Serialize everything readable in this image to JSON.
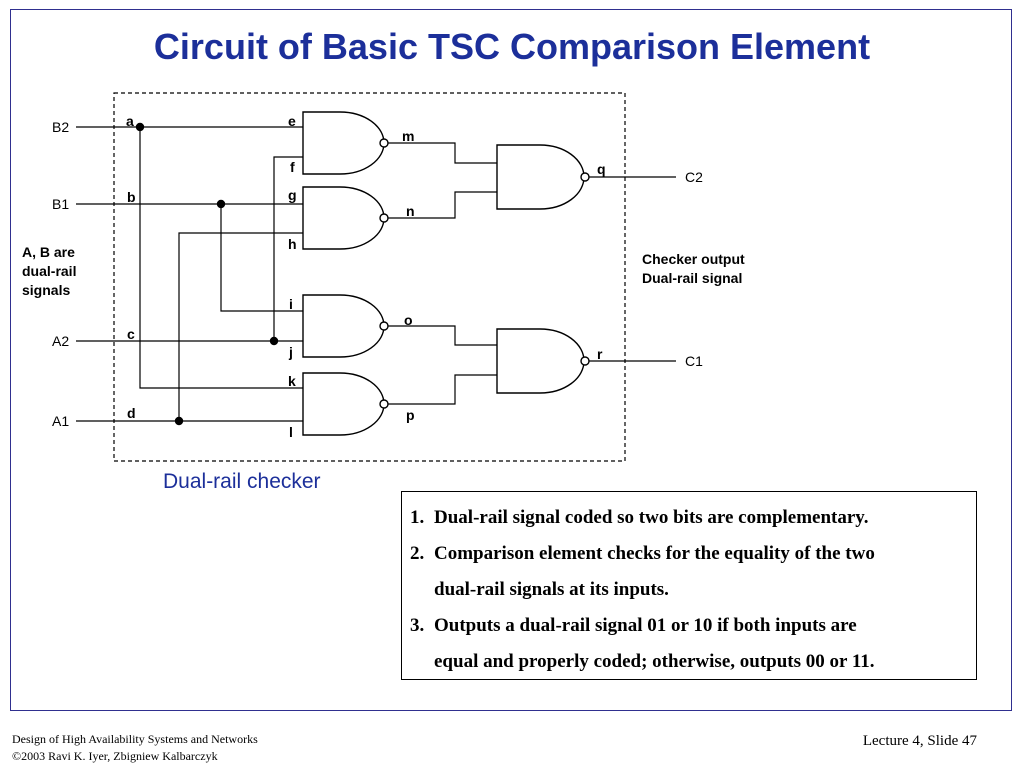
{
  "slide": {
    "title": "Circuit of Basic TSC Comparison Element",
    "caption": "Dual-rail checker",
    "inputs_note": [
      "A, B are",
      "dual-rail",
      "signals"
    ],
    "output_note": [
      "Checker output",
      "Dual-rail signal"
    ]
  },
  "diagram": {
    "inputs": [
      "B2",
      "B1",
      "A2",
      "A1"
    ],
    "outputs": [
      "C2",
      "C1"
    ],
    "nodes": [
      "a",
      "b",
      "c",
      "d",
      "e",
      "f",
      "g",
      "h",
      "i",
      "j",
      "k",
      "l",
      "m",
      "n",
      "o",
      "p",
      "q",
      "r"
    ],
    "gate_count": 6
  },
  "notes": [
    {
      "num": "1.",
      "lines": [
        "Dual-rail signal  coded so two bits are complementary."
      ]
    },
    {
      "num": "2.",
      "lines": [
        "Comparison element checks for the equality of the two",
        "dual-rail signals at its inputs."
      ]
    },
    {
      "num": "3.",
      "lines": [
        "Outputs a dual-rail signal 01 or 10 if both inputs are",
        "equal and properly coded; otherwise, outputs 00 or 11."
      ]
    }
  ],
  "footer": {
    "course": "Design of High Availability Systems and Networks",
    "copyright": "©2003 Ravi K. Iyer, Zbigniew Kalbarczyk",
    "slide_number": "Lecture 4, Slide 47"
  }
}
